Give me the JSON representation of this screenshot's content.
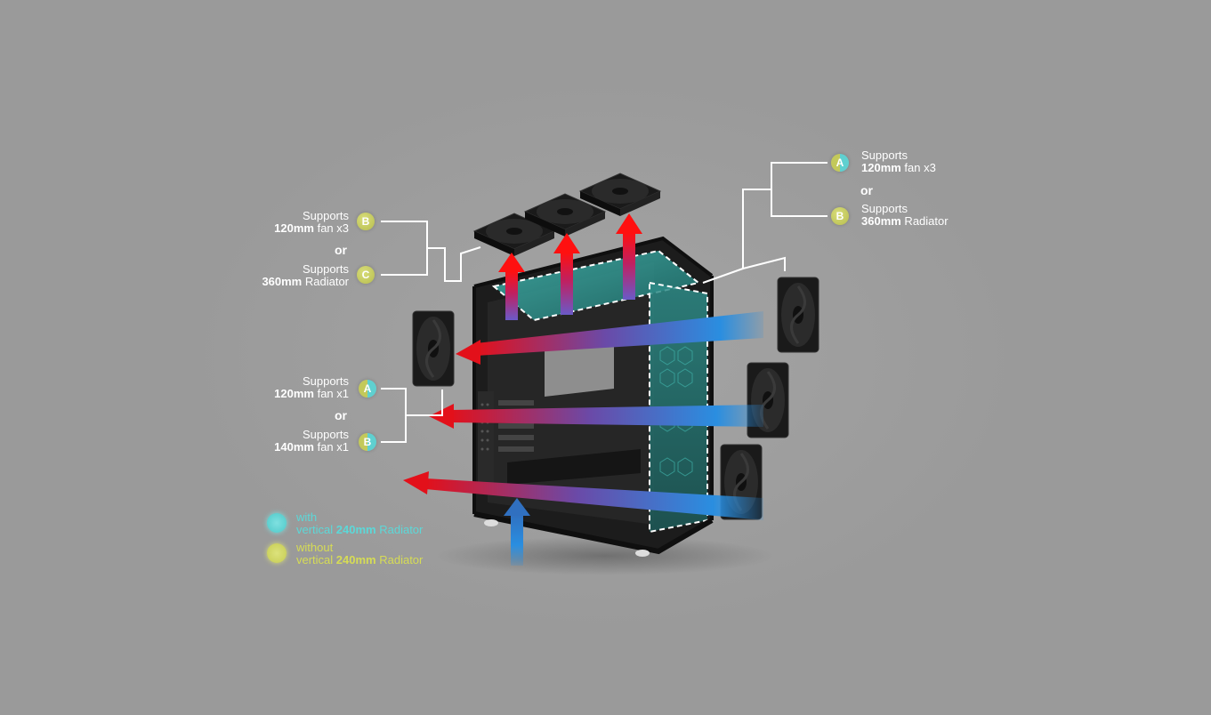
{
  "top_left_group": {
    "opt1_line1": "Supports",
    "opt1_bold": "120mm",
    "opt1_rest": " fan x3",
    "opt1_badge": "B",
    "or": "or",
    "opt2_line1": "Supports",
    "opt2_bold": "360mm",
    "opt2_rest": " Radiator",
    "opt2_badge": "C"
  },
  "top_right_group": {
    "opt1_badge": "A",
    "opt1_line1": "Supports",
    "opt1_bold": "120mm",
    "opt1_rest": " fan x3",
    "or": "or",
    "opt2_badge": "B",
    "opt2_line1": "Supports",
    "opt2_bold": "360mm",
    "opt2_rest": " Radiator"
  },
  "mid_left_group": {
    "opt1_line1": "Supports",
    "opt1_bold": "120mm",
    "opt1_rest": " fan x1",
    "opt1_badge": "A",
    "or": "or",
    "opt2_line1": "Supports",
    "opt2_bold": "140mm",
    "opt2_rest": " fan x1",
    "opt2_badge": "B"
  },
  "legend": {
    "with_line1": "with",
    "with_pre": "vertical ",
    "with_bold": "240mm",
    "with_post": " Radiator",
    "without_line1": "without",
    "without_pre": "vertical ",
    "without_bold": "240mm",
    "without_post": " Radiator"
  },
  "colors": {
    "background": "#9a9a9a",
    "exhaust_red": "#e0141e",
    "intake_blue": "#1e88d8",
    "cyan_badge": "#5fd0d0",
    "yellow_badge": "#c3c95a"
  }
}
